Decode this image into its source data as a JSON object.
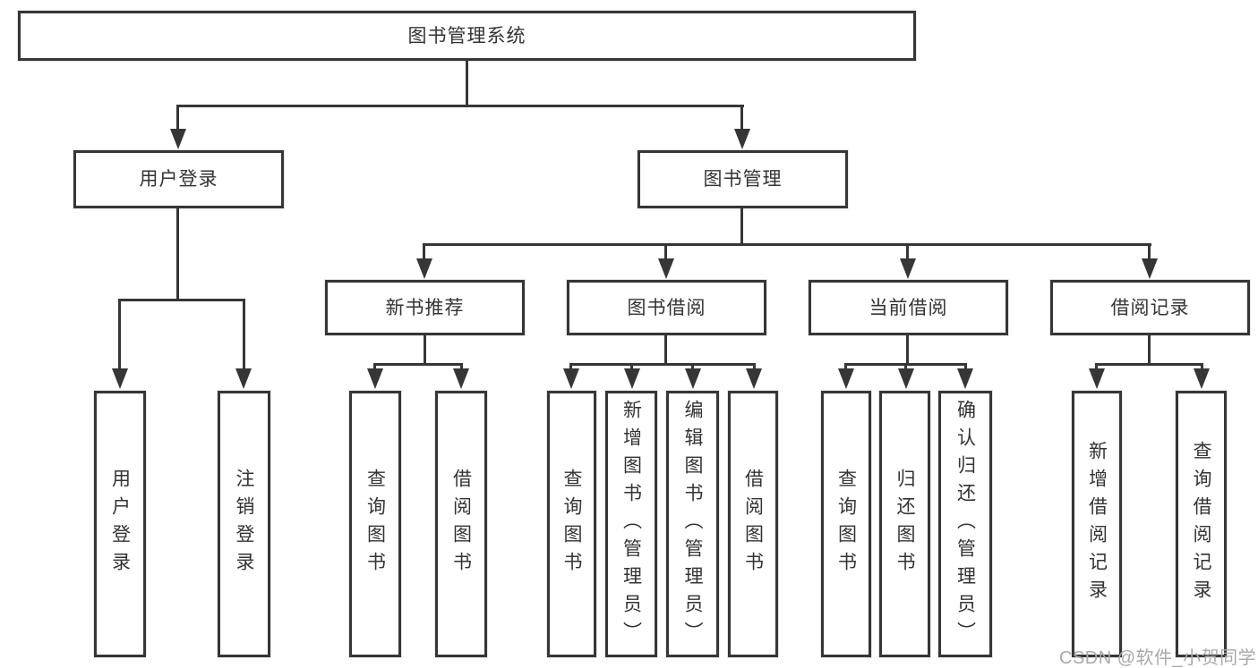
{
  "diagram_title": "图书管理系统",
  "watermark": "CSDN @软件_小贺同学",
  "colors": {
    "line": "#363636",
    "text": "#333333",
    "background": "#ffffff",
    "watermark": "#a9a9a9"
  },
  "nodes": {
    "root": "图书管理系统",
    "level2": {
      "user_login_module": "用户登录",
      "book_management": "图书管理"
    },
    "level3": {
      "new_book_recommend": "新书推荐",
      "book_borrow": "图书借阅",
      "current_borrow": "当前借阅",
      "borrow_record": "借阅记录"
    },
    "leaves": {
      "user_login": "用户登录",
      "logout": "注销登录",
      "nb_query_book": "查询图书",
      "nb_borrow_book": "借阅图书",
      "bb_query_book": "查询图书",
      "bb_add_book": "新增图书（管理员）",
      "bb_edit_book": "编辑图书（管理员）",
      "bb_borrow_book": "借阅图书",
      "cb_query_book": "查询图书",
      "cb_return_book": "归还图书",
      "cb_confirm_return": "确认归还（管理员）",
      "br_add_record": "新增借阅记录",
      "br_query_record": "查询借阅记录"
    }
  }
}
